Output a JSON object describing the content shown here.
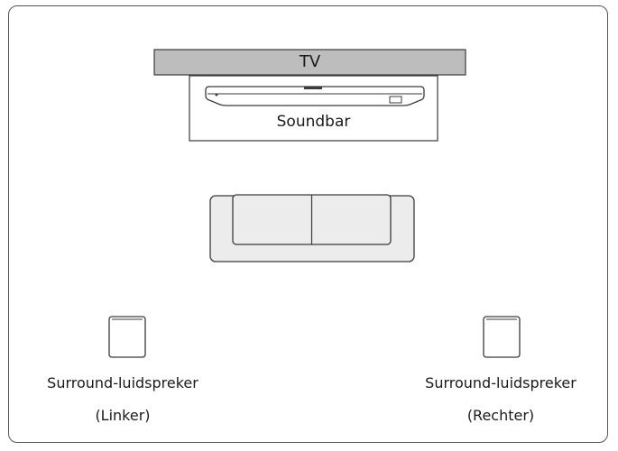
{
  "tv": {
    "label": "TV"
  },
  "soundbar": {
    "label": "Soundbar"
  },
  "surround_left": {
    "line1": "Surround-luidspreker",
    "line2": "(Linker)"
  },
  "surround_right": {
    "line1": "Surround-luidspreker",
    "line2": "(Rechter)"
  },
  "colors": {
    "tv_bar": "#bdbdbd",
    "sofa_fill": "#ececec",
    "stroke": "#3a3a3a",
    "frame": "#555555"
  }
}
